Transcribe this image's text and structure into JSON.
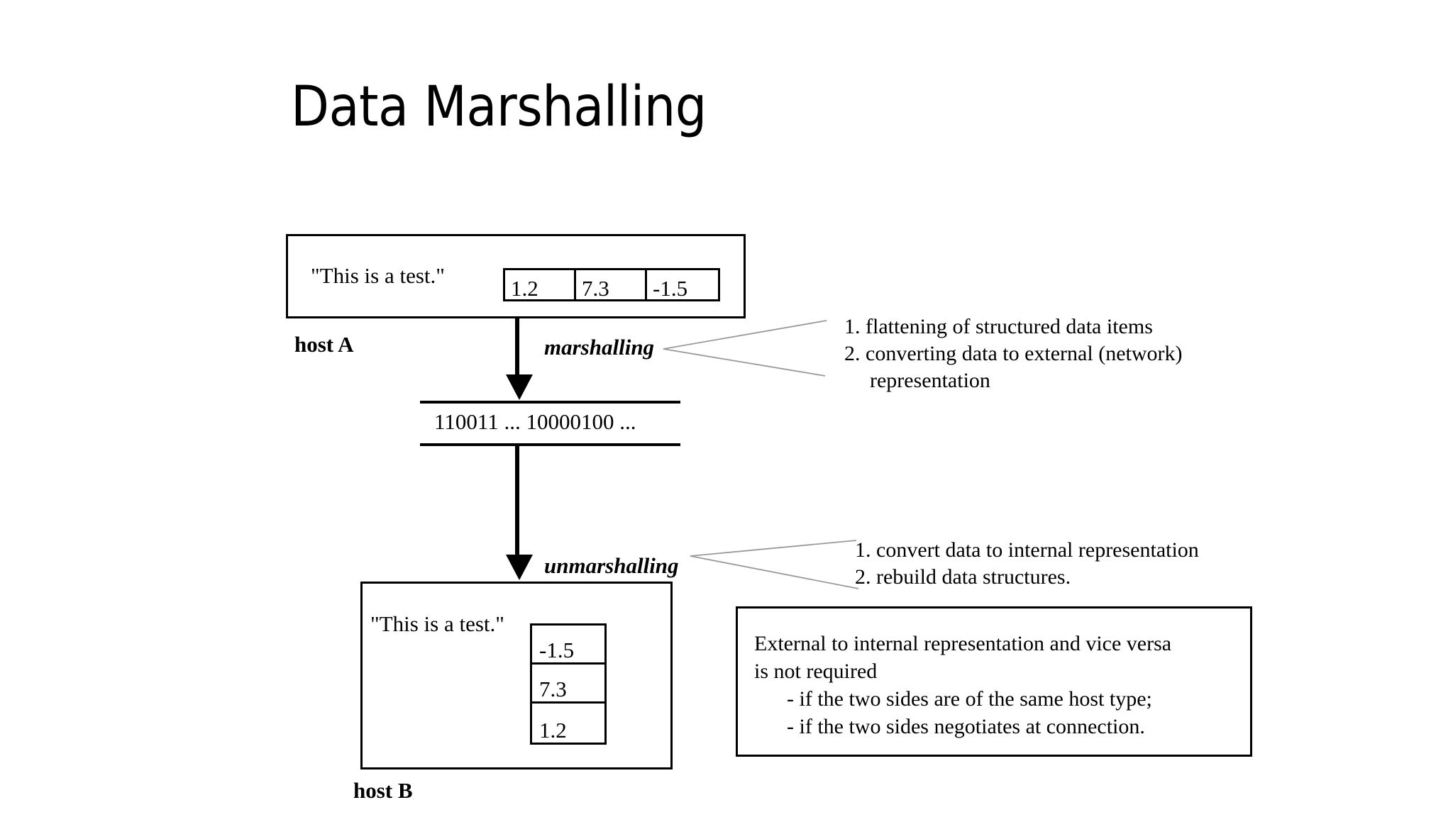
{
  "slide": {
    "title": "Data Marshalling",
    "background_color": "#ffffff",
    "ink_color": "#000000",
    "leader_color": "#999999"
  },
  "host_a": {
    "label": "host A",
    "string_value": "\"This is a test.\"",
    "array_orientation": "horizontal",
    "array_cells": [
      "1.2",
      "7.3",
      "-1.5"
    ]
  },
  "marshalling": {
    "label": "marshalling",
    "notes": [
      "1. flattening of structured data items",
      "2. converting data to external (network)",
      "representation"
    ]
  },
  "wire": {
    "bitstream": "110011 ... 10000100 ..."
  },
  "unmarshalling": {
    "label": "unmarshalling",
    "notes": [
      "1. convert data to internal representation",
      "2. rebuild data structures."
    ]
  },
  "host_b": {
    "label": "host B",
    "string_value": "\"This is a test.\"",
    "array_orientation": "vertical",
    "array_cells": [
      "-1.5",
      "7.3",
      "1.2"
    ]
  },
  "external_note": {
    "lines": [
      "External to internal representation and vice versa",
      "is not required",
      "- if the two sides are of the same host type;",
      "- if the two sides negotiates at connection."
    ]
  }
}
